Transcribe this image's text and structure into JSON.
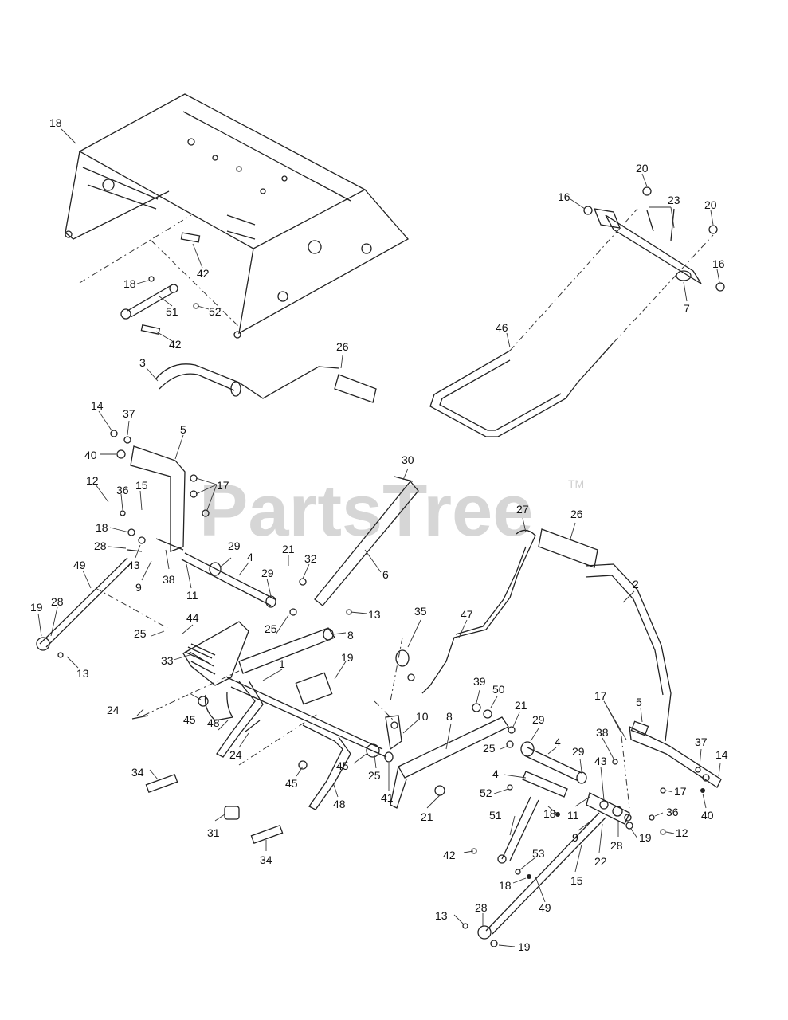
{
  "watermark": {
    "text": "PartsTree",
    "tm": "TM"
  },
  "labels": [
    {
      "id": "a1",
      "text": "18"
    },
    {
      "id": "a2",
      "text": "42"
    },
    {
      "id": "a3",
      "text": "18"
    },
    {
      "id": "a4",
      "text": "51"
    },
    {
      "id": "a5",
      "text": "52"
    },
    {
      "id": "a6",
      "text": "42"
    },
    {
      "id": "a7",
      "text": "20"
    },
    {
      "id": "a8",
      "text": "16"
    },
    {
      "id": "a9",
      "text": "23"
    },
    {
      "id": "a10",
      "text": "20"
    },
    {
      "id": "a11",
      "text": "16"
    },
    {
      "id": "a12",
      "text": "7"
    },
    {
      "id": "a13",
      "text": "46"
    },
    {
      "id": "a14",
      "text": "3"
    },
    {
      "id": "a15",
      "text": "26"
    },
    {
      "id": "a16",
      "text": "14"
    },
    {
      "id": "a17",
      "text": "37"
    },
    {
      "id": "a18",
      "text": "5"
    },
    {
      "id": "a19",
      "text": "40"
    },
    {
      "id": "a20",
      "text": "17"
    },
    {
      "id": "a21",
      "text": "12"
    },
    {
      "id": "a22",
      "text": "36"
    },
    {
      "id": "a23",
      "text": "15"
    },
    {
      "id": "a24",
      "text": "18"
    },
    {
      "id": "a25",
      "text": "28"
    },
    {
      "id": "a26",
      "text": "43"
    },
    {
      "id": "a27",
      "text": "38"
    },
    {
      "id": "a28",
      "text": "9"
    },
    {
      "id": "a29",
      "text": "11"
    },
    {
      "id": "a30",
      "text": "29"
    },
    {
      "id": "a31",
      "text": "4"
    },
    {
      "id": "a32",
      "text": "29"
    },
    {
      "id": "a33",
      "text": "49"
    },
    {
      "id": "a34",
      "text": "19"
    },
    {
      "id": "a35",
      "text": "28"
    },
    {
      "id": "a36",
      "text": "13"
    },
    {
      "id": "a37",
      "text": "25"
    },
    {
      "id": "a38",
      "text": "44"
    },
    {
      "id": "a39",
      "text": "33"
    },
    {
      "id": "a40",
      "text": "30"
    },
    {
      "id": "a41",
      "text": "6"
    },
    {
      "id": "a42",
      "text": "21"
    },
    {
      "id": "a43",
      "text": "32"
    },
    {
      "id": "a44",
      "text": "13"
    },
    {
      "id": "a45",
      "text": "25"
    },
    {
      "id": "a46",
      "text": "8"
    },
    {
      "id": "a47",
      "text": "27"
    },
    {
      "id": "a48",
      "text": "26"
    },
    {
      "id": "a49",
      "text": "2"
    },
    {
      "id": "a50",
      "text": "35"
    },
    {
      "id": "a51",
      "text": "47"
    },
    {
      "id": "a52",
      "text": "1"
    },
    {
      "id": "a53",
      "text": "19"
    },
    {
      "id": "a54",
      "text": "24"
    },
    {
      "id": "a55",
      "text": "45"
    },
    {
      "id": "a56",
      "text": "48"
    },
    {
      "id": "a57",
      "text": "24"
    },
    {
      "id": "a58",
      "text": "34"
    },
    {
      "id": "a59",
      "text": "45"
    },
    {
      "id": "a60",
      "text": "45"
    },
    {
      "id": "a61",
      "text": "25"
    },
    {
      "id": "a62",
      "text": "41"
    },
    {
      "id": "a63",
      "text": "10"
    },
    {
      "id": "a64",
      "text": "8"
    },
    {
      "id": "a65",
      "text": "21"
    },
    {
      "id": "a66",
      "text": "48"
    },
    {
      "id": "a67",
      "text": "31"
    },
    {
      "id": "a68",
      "text": "34"
    },
    {
      "id": "a69",
      "text": "39"
    },
    {
      "id": "a70",
      "text": "50"
    },
    {
      "id": "a71",
      "text": "21"
    },
    {
      "id": "a72",
      "text": "29"
    },
    {
      "id": "a73",
      "text": "25"
    },
    {
      "id": "a74",
      "text": "4"
    },
    {
      "id": "a75",
      "text": "4"
    },
    {
      "id": "a76",
      "text": "52"
    },
    {
      "id": "a77",
      "text": "18"
    },
    {
      "id": "a78",
      "text": "51"
    },
    {
      "id": "a79",
      "text": "42"
    },
    {
      "id": "a80",
      "text": "53"
    },
    {
      "id": "a81",
      "text": "18"
    },
    {
      "id": "a82",
      "text": "13"
    },
    {
      "id": "a83",
      "text": "28"
    },
    {
      "id": "a84",
      "text": "19"
    },
    {
      "id": "a85",
      "text": "49"
    },
    {
      "id": "a86",
      "text": "15"
    },
    {
      "id": "a87",
      "text": "22"
    },
    {
      "id": "a88",
      "text": "9"
    },
    {
      "id": "a89",
      "text": "28"
    },
    {
      "id": "a90",
      "text": "19"
    },
    {
      "id": "a91",
      "text": "12"
    },
    {
      "id": "a92",
      "text": "36"
    },
    {
      "id": "a93",
      "text": "17"
    },
    {
      "id": "a94",
      "text": "40"
    },
    {
      "id": "a95",
      "text": "14"
    },
    {
      "id": "a96",
      "text": "37"
    },
    {
      "id": "a97",
      "text": "5"
    },
    {
      "id": "a98",
      "text": "17"
    },
    {
      "id": "a99",
      "text": "38"
    },
    {
      "id": "a100",
      "text": "43"
    },
    {
      "id": "a101",
      "text": "11"
    },
    {
      "id": "a102",
      "text": "29"
    }
  ]
}
